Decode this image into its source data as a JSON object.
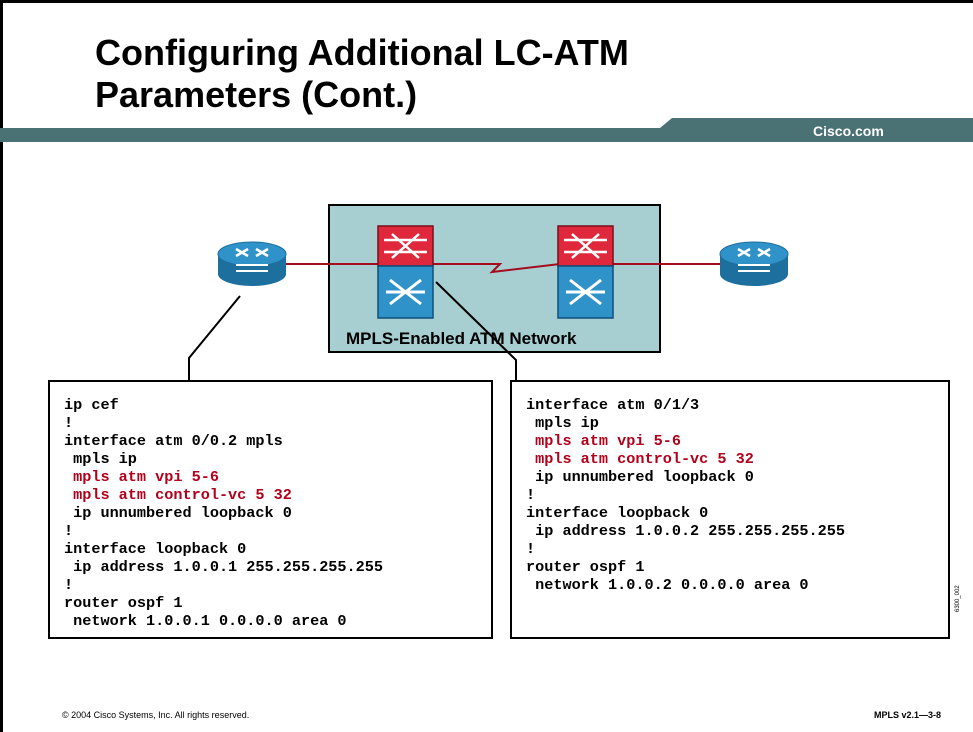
{
  "slide": {
    "title_line1": "Configuring Additional LC-ATM",
    "title_line2": "Parameters (Cont.)",
    "brand": "Cisco.com",
    "footer_copyright": "© 2004 Cisco Systems, Inc. All rights reserved.",
    "footer_course": "MPLS v2.1—3-8",
    "side_code": "6300_002"
  },
  "diagram": {
    "cloud_label": "MPLS-Enabled ATM Network",
    "colors": {
      "cloud": "#a7cfd1",
      "router": "#2f93c9",
      "link": "#a30d1e",
      "switch_top": "#e0283c",
      "switch_bottom": "#2f93c9"
    }
  },
  "configs": [
    {
      "id": "left",
      "lines": [
        {
          "text": "ip cef",
          "highlight": false
        },
        {
          "text": "!",
          "highlight": false
        },
        {
          "text": "interface atm 0/0.2 mpls",
          "highlight": false
        },
        {
          "text": " mpls ip",
          "highlight": false
        },
        {
          "text": " mpls atm vpi 5-6",
          "highlight": true
        },
        {
          "text": " mpls atm control-vc 5 32",
          "highlight": true
        },
        {
          "text": " ip unnumbered loopback 0",
          "highlight": false
        },
        {
          "text": "!",
          "highlight": false
        },
        {
          "text": "interface loopback 0",
          "highlight": false
        },
        {
          "text": " ip address 1.0.0.1 255.255.255.255",
          "highlight": false
        },
        {
          "text": "!",
          "highlight": false
        },
        {
          "text": "router ospf 1",
          "highlight": false
        },
        {
          "text": " network 1.0.0.1 0.0.0.0 area 0",
          "highlight": false
        }
      ]
    },
    {
      "id": "right",
      "lines": [
        {
          "text": "interface atm 0/1/3",
          "highlight": false
        },
        {
          "text": " mpls ip",
          "highlight": false
        },
        {
          "text": " mpls atm vpi 5-6",
          "highlight": true
        },
        {
          "text": " mpls atm control-vc 5 32",
          "highlight": true
        },
        {
          "text": " ip unnumbered loopback 0",
          "highlight": false
        },
        {
          "text": "!",
          "highlight": false
        },
        {
          "text": "interface loopback 0",
          "highlight": false
        },
        {
          "text": " ip address 1.0.0.2 255.255.255.255",
          "highlight": false
        },
        {
          "text": "!",
          "highlight": false
        },
        {
          "text": "router ospf 1",
          "highlight": false
        },
        {
          "text": " network 1.0.0.2 0.0.0.0 area 0",
          "highlight": false
        }
      ]
    }
  ]
}
